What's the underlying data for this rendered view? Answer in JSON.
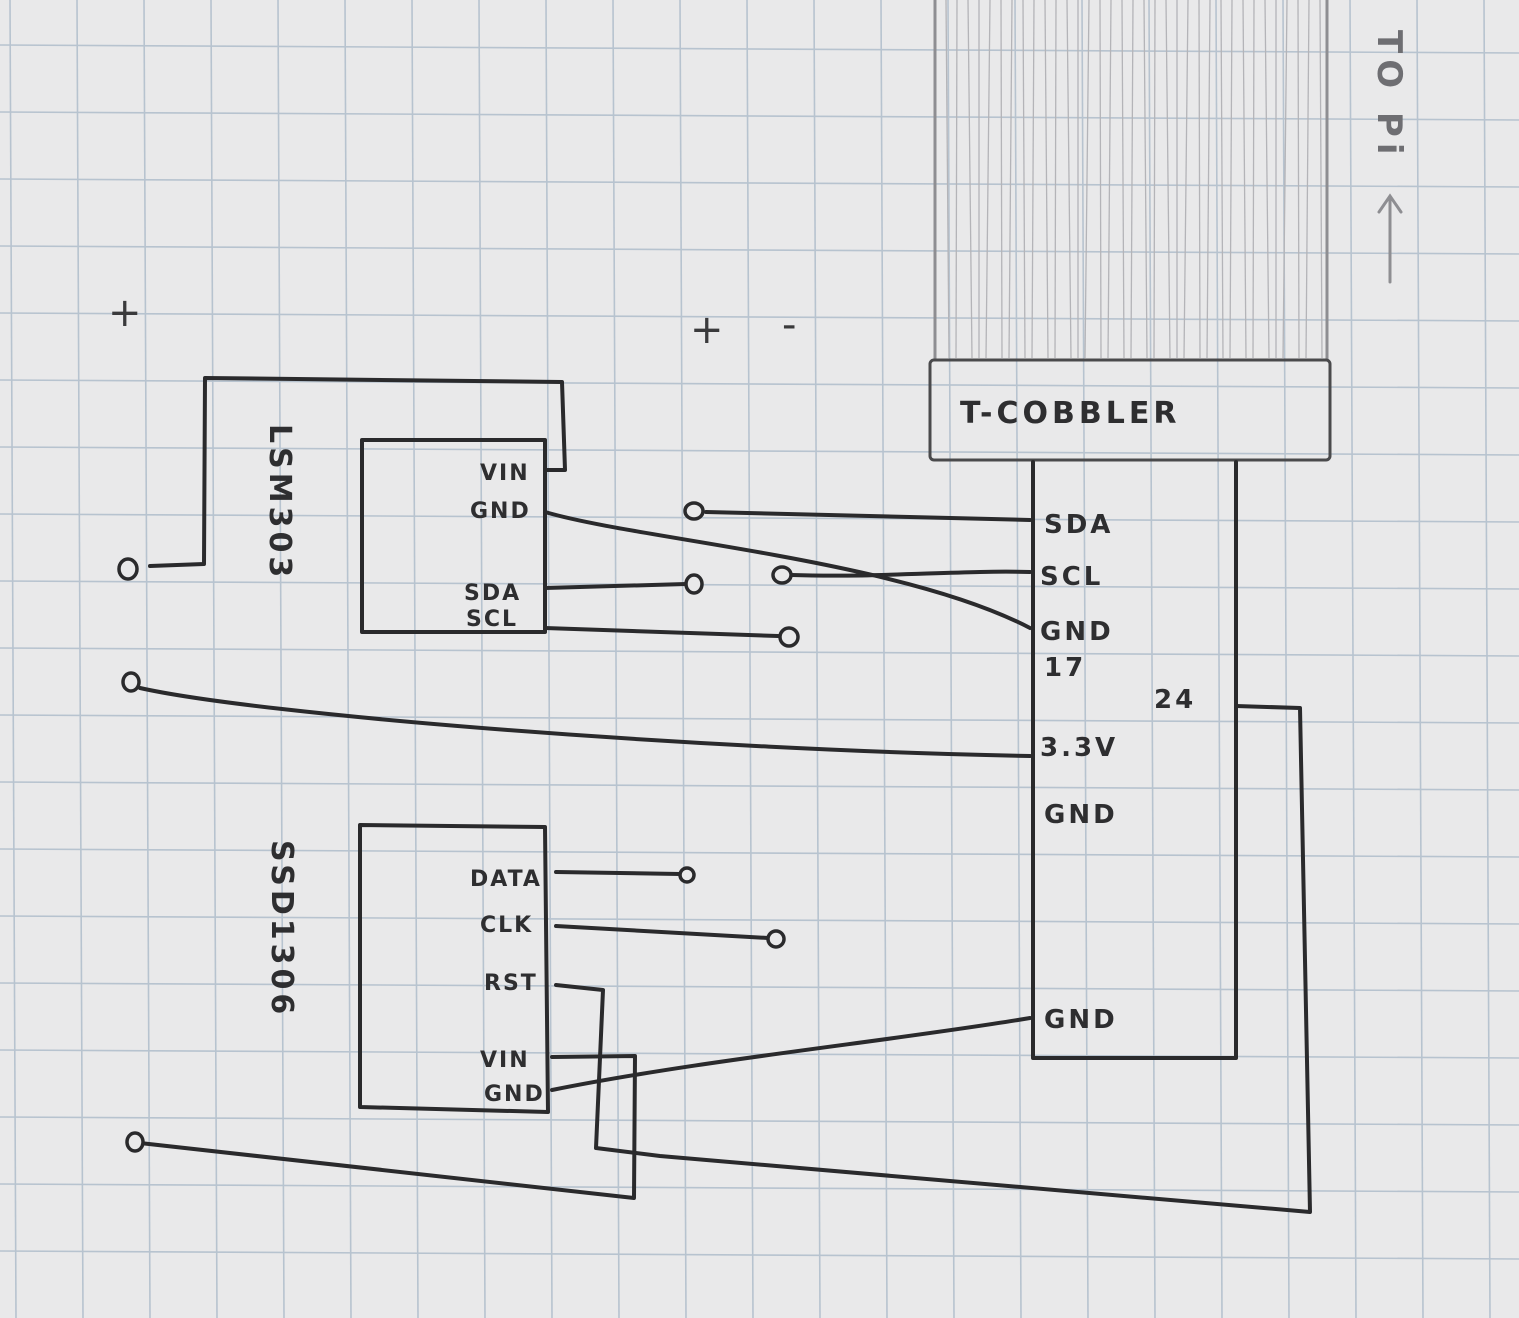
{
  "ribbon_direction": {
    "text": "TO Pi",
    "arrow": "arrow-up-icon"
  },
  "cobbler": {
    "title": "T-COBBLER",
    "pins_left": [
      "SDA",
      "SCL",
      "GND",
      "17",
      "3.3V",
      "GND",
      "GND"
    ],
    "pins_right": [
      "24"
    ]
  },
  "lsm303": {
    "name": "LSM303",
    "pins": [
      "VIN",
      "GND",
      "SDA",
      "SCL"
    ]
  },
  "ssd1306": {
    "name": "SSD1306",
    "pins": [
      "DATA",
      "CLK",
      "RST",
      "VIN",
      "GND"
    ]
  },
  "rails": {
    "plus_left": "+",
    "plus": "+",
    "minus": "-"
  },
  "colors": {
    "ink": "#2a2a2c",
    "paper": "#e9e9ea",
    "grid": "#b7c3cf",
    "pencil": "#8e8e92"
  }
}
